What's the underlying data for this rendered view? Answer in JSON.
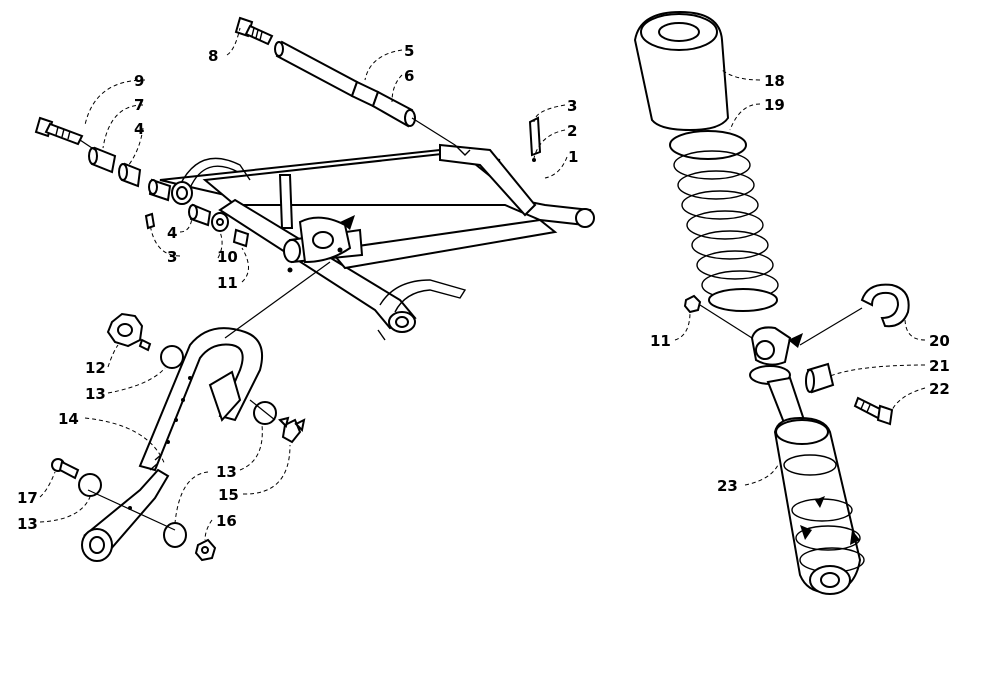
{
  "callouts": {
    "c1": "1",
    "c2": "2",
    "c3a": "3",
    "c3b": "3",
    "c4a": "4",
    "c4b": "4",
    "c5": "5",
    "c6": "6",
    "c7": "7",
    "c8": "8",
    "c9": "9",
    "c10": "10",
    "c11a": "11",
    "c11b": "11",
    "c12": "12",
    "c13a": "13",
    "c13b": "13",
    "c13c": "13",
    "c14": "14",
    "c15": "15",
    "c16": "16",
    "c17": "17",
    "c18": "18",
    "c19": "19",
    "c20": "20",
    "c21": "21",
    "c22": "22",
    "c23": "23"
  }
}
